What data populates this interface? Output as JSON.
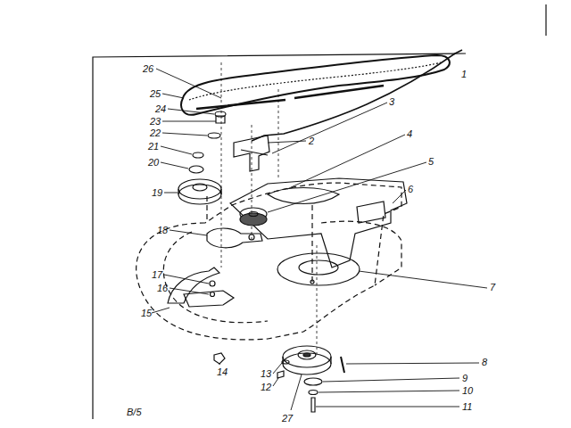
{
  "diagram": {
    "labels": [
      "1",
      "2",
      "3",
      "4",
      "5",
      "6",
      "7",
      "8",
      "9",
      "10",
      "11",
      "12",
      "13",
      "14",
      "15",
      "16",
      "17",
      "18",
      "19",
      "20",
      "21",
      "22",
      "23",
      "24",
      "25",
      "26",
      "27",
      "B/5"
    ]
  }
}
